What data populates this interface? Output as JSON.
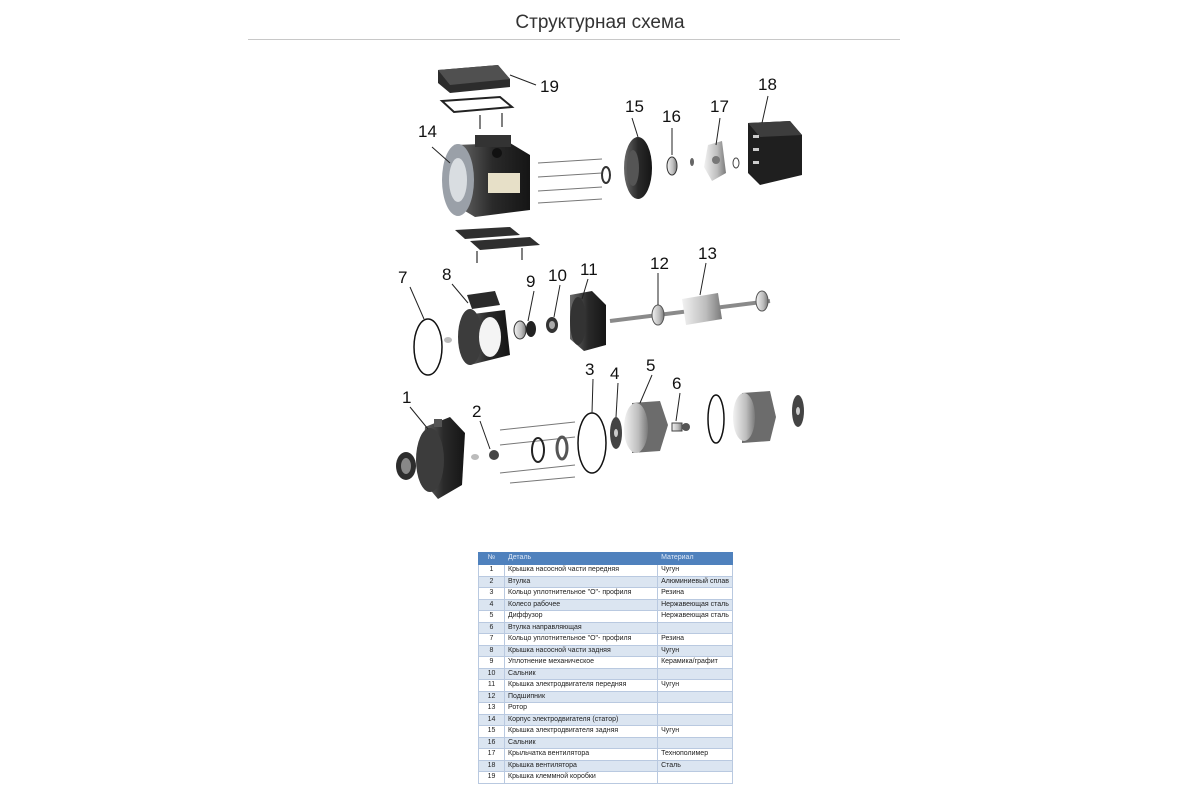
{
  "title": "Структурная схема",
  "diagram": {
    "callouts": [
      "1",
      "2",
      "3",
      "4",
      "5",
      "6",
      "7",
      "8",
      "9",
      "10",
      "11",
      "12",
      "13",
      "14",
      "15",
      "16",
      "17",
      "18",
      "19"
    ]
  },
  "table": {
    "headers": [
      "№",
      "Деталь",
      "Материал"
    ],
    "rows": [
      {
        "num": "1",
        "part": "Крышка насосной части передняя",
        "material": "Чугун"
      },
      {
        "num": "2",
        "part": "Втулка",
        "material": "Алюминиевый сплав"
      },
      {
        "num": "3",
        "part": "Кольцо уплотнительное \"О\"- профиля",
        "material": "Резина"
      },
      {
        "num": "4",
        "part": "Колесо рабочее",
        "material": "Нержавеющая сталь"
      },
      {
        "num": "5",
        "part": "Диффузор",
        "material": "Нержавеющая сталь"
      },
      {
        "num": "6",
        "part": "Втулка направляющая",
        "material": ""
      },
      {
        "num": "7",
        "part": "Кольцо уплотнительное \"О\"- профиля",
        "material": "Резина"
      },
      {
        "num": "8",
        "part": "Крышка насосной части задняя",
        "material": "Чугун"
      },
      {
        "num": "9",
        "part": "Уплотнение механическое",
        "material": "Керамика/графит"
      },
      {
        "num": "10",
        "part": "Сальник",
        "material": ""
      },
      {
        "num": "11",
        "part": "Крышка электродвигателя передняя",
        "material": "Чугун"
      },
      {
        "num": "12",
        "part": "Подшипник",
        "material": ""
      },
      {
        "num": "13",
        "part": "Ротор",
        "material": ""
      },
      {
        "num": "14",
        "part": "Корпус электродвигателя (статор)",
        "material": ""
      },
      {
        "num": "15",
        "part": "Крышка электродвигателя задняя",
        "material": "Чугун"
      },
      {
        "num": "16",
        "part": "Сальник",
        "material": ""
      },
      {
        "num": "17",
        "part": "Крыльчатка вентилятора",
        "material": "Технополимер"
      },
      {
        "num": "18",
        "part": "Крышка вентилятора",
        "material": "Сталь"
      },
      {
        "num": "19",
        "part": "Крышка клеммной коробки",
        "material": ""
      }
    ]
  }
}
